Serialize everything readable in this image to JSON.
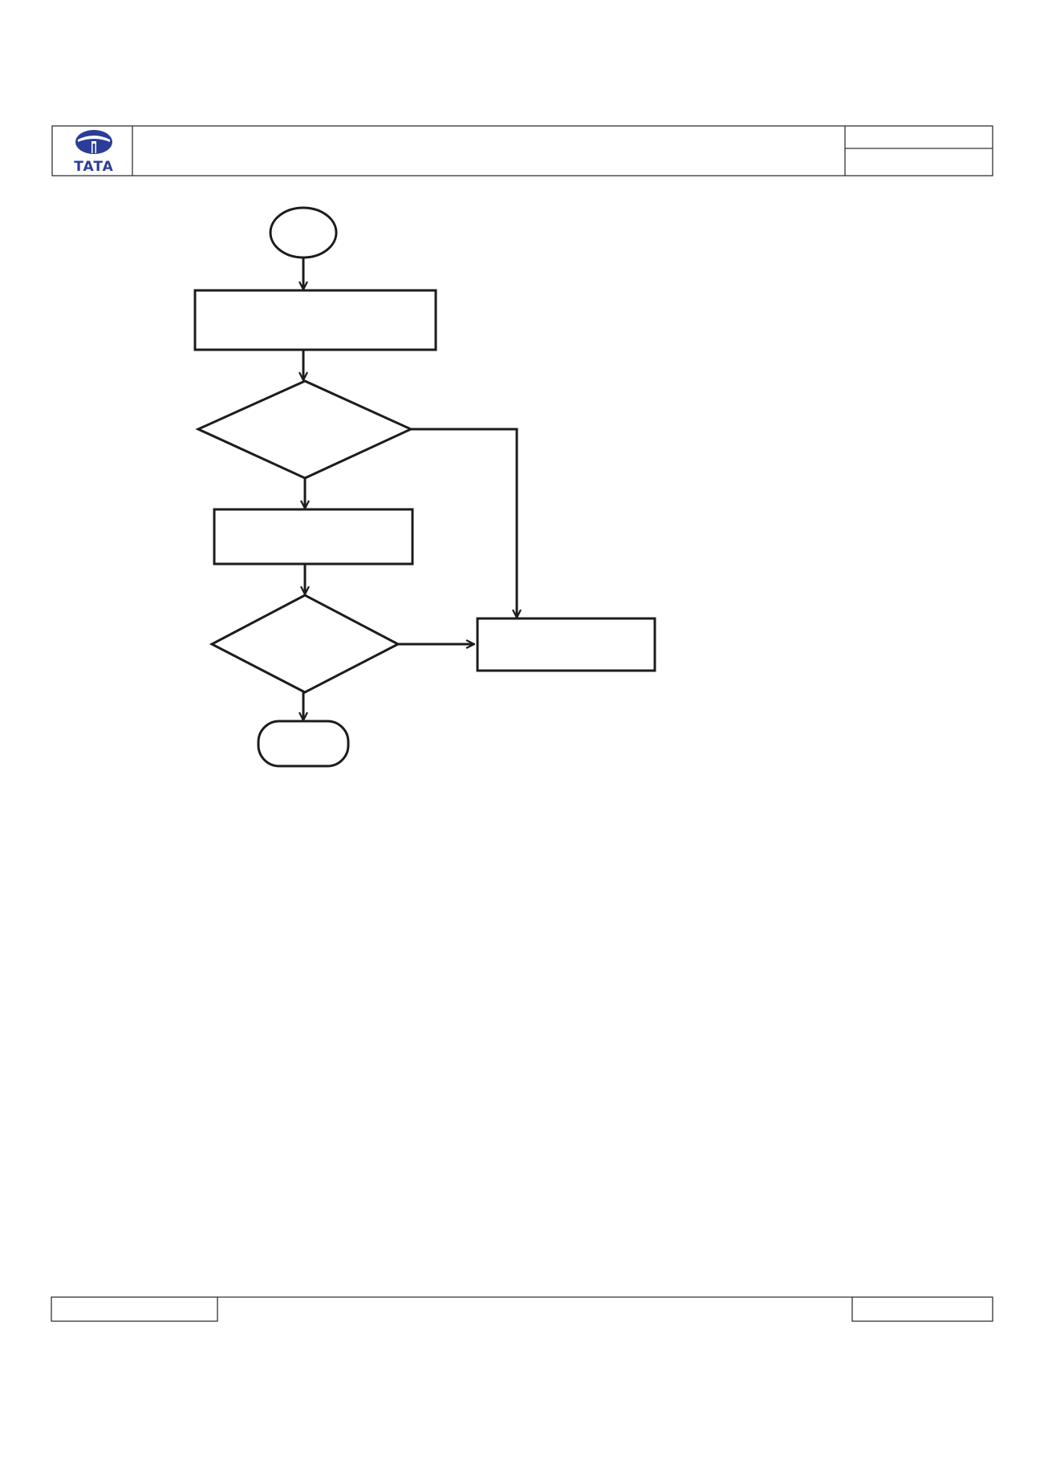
{
  "header": {
    "logo": {
      "icon": "tata-emblem-icon",
      "wordmark": "TATA",
      "color": "#2b3d97"
    },
    "title": "",
    "doc_code": "",
    "revision": ""
  },
  "flowchart": {
    "nodes": [
      {
        "id": "start",
        "shape": "ellipse",
        "label": ""
      },
      {
        "id": "step-1",
        "shape": "rectangle",
        "label": ""
      },
      {
        "id": "decision-1",
        "shape": "diamond",
        "label": ""
      },
      {
        "id": "step-2",
        "shape": "rectangle",
        "label": ""
      },
      {
        "id": "decision-2",
        "shape": "diamond",
        "label": ""
      },
      {
        "id": "side-step",
        "shape": "rectangle",
        "label": ""
      },
      {
        "id": "end",
        "shape": "rounded-rectangle",
        "label": ""
      }
    ],
    "edges": [
      {
        "from": "start",
        "to": "step-1"
      },
      {
        "from": "step-1",
        "to": "decision-1"
      },
      {
        "from": "decision-1",
        "to": "step-2"
      },
      {
        "from": "decision-1",
        "to": "side-step"
      },
      {
        "from": "step-2",
        "to": "decision-2"
      },
      {
        "from": "decision-2",
        "to": "side-step"
      },
      {
        "from": "decision-2",
        "to": "end"
      }
    ]
  },
  "footer": {
    "left": "",
    "right": ""
  },
  "colors": {
    "line": "#1c1c1c",
    "border": "#333333",
    "brand": "#2b3d97"
  }
}
